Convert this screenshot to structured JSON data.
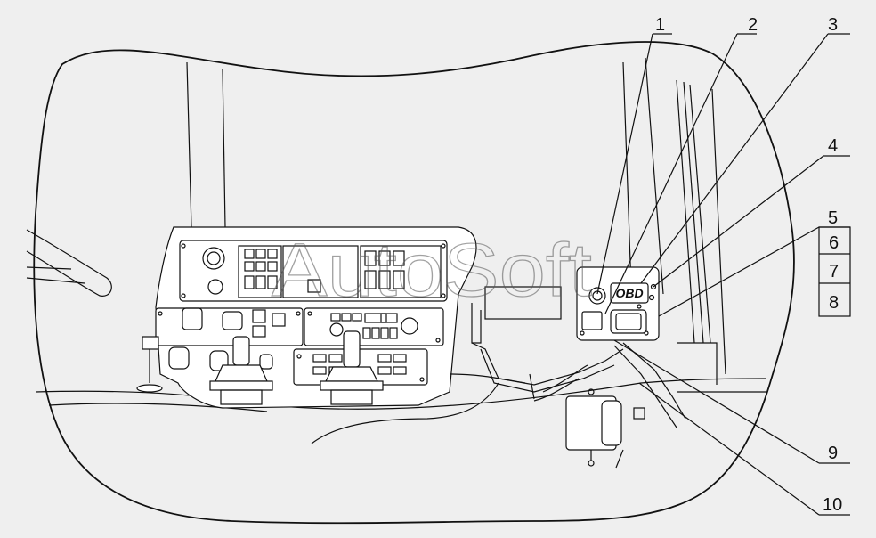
{
  "diagram": {
    "callouts": [
      "1",
      "2",
      "3",
      "4",
      "5",
      "6",
      "7",
      "8",
      "9",
      "10"
    ],
    "panel_label": "OBD",
    "watermark": "AutoSoft"
  }
}
